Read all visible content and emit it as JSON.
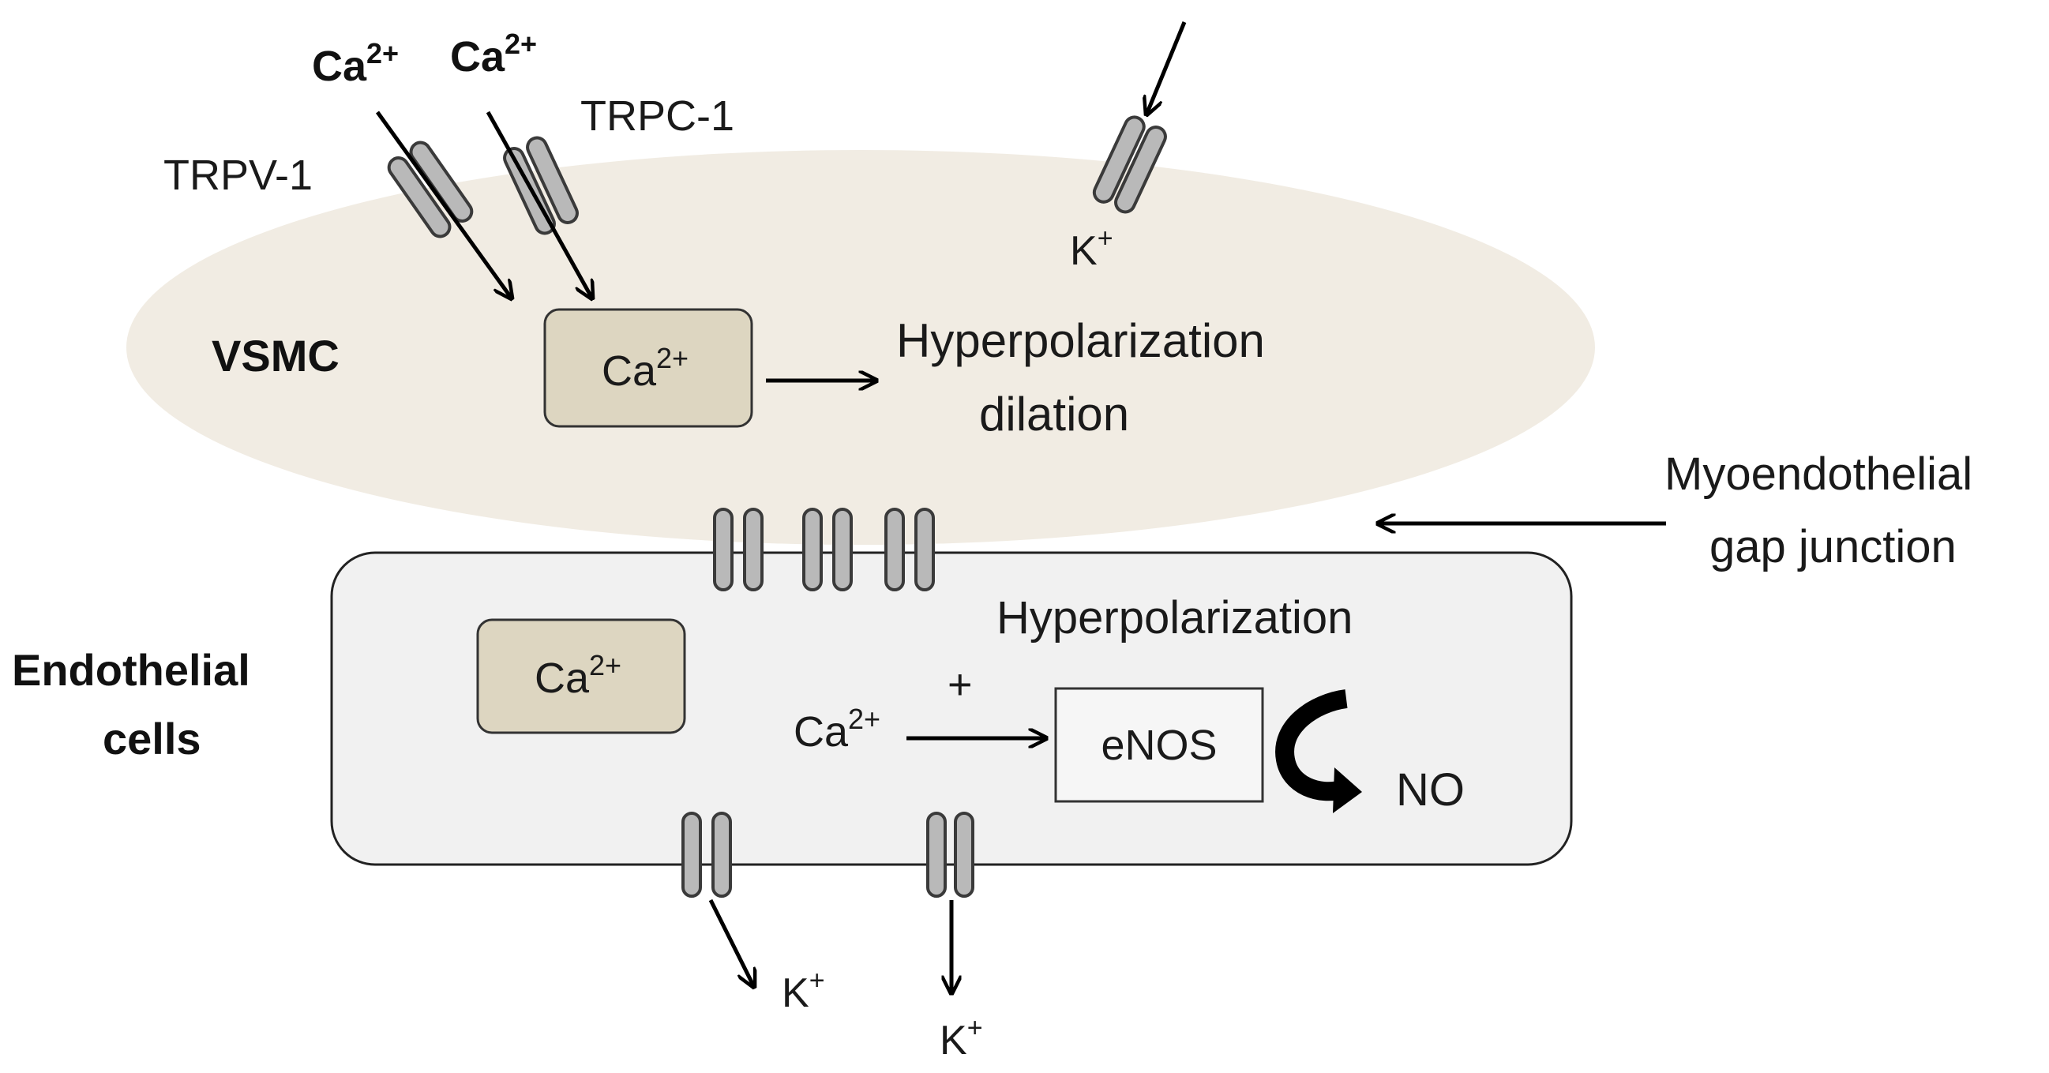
{
  "vsmc": {
    "label": "VSMC",
    "channel_trpv1": "TRPV-1",
    "channel_trpc1": "TRPC-1",
    "ca_in_1": "Ca",
    "ca_in_1_sup": "2+",
    "ca_in_2": "Ca",
    "ca_in_2_sup": "2+",
    "k_label": "K",
    "k_sup": "+",
    "ca_box": "Ca",
    "ca_box_sup": "2+",
    "effect_line1": "Hyperpolarization",
    "effect_line2": "dilation"
  },
  "junction": {
    "label_line1": "Myoendothelial",
    "label_line2": "gap junction"
  },
  "endothelial": {
    "label_line1": "Endothelial",
    "label_line2": "cells",
    "ca_box": "Ca",
    "ca_box_sup": "2+",
    "hyperpolarization": "Hyperpolarization",
    "ca_free": "Ca",
    "ca_free_sup": "2+",
    "plus": "+",
    "enos": "eNOS",
    "no": "NO",
    "k_out_1": "K",
    "k_out_1_sup": "+",
    "k_out_2": "K",
    "k_out_2_sup": "+"
  },
  "colors": {
    "vsmc_fill": "#f1ece3",
    "endothelial_fill": "#f1f1f1",
    "ca_box_fill": "#ddd6c1",
    "channel_fill": "#b9b9b9"
  }
}
